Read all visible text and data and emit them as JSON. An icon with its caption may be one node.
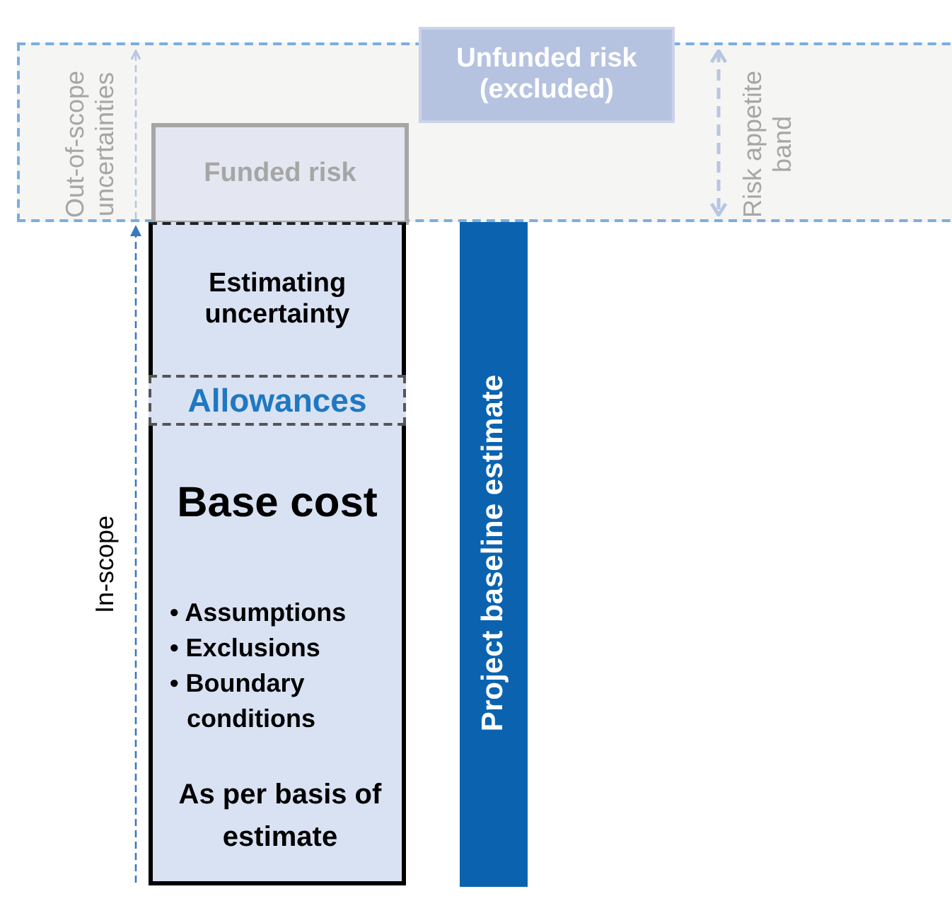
{
  "diagram": {
    "nodes": [
      {
        "text": [],
        "shape": "band"
      },
      {
        "text": [
          "Funded risk"
        ],
        "in": 0
      },
      {
        "text": [
          "Unfunded risk (excluded)"
        ],
        "in": 0
      },
      {
        "text": [
          "Estimating uncertainty"
        ]
      },
      {
        "text": [
          "Allowances"
        ]
      },
      {
        "text": [
          "Base cost",
          "• Assumptions",
          "• Exclusions",
          "• Boundary conditions",
          "As per basis of estimate"
        ]
      },
      {
        "text": [
          "Project baseline estimate"
        ]
      }
    ],
    "edges": [],
    "labels": [
      "Out-of-scope uncertainties",
      "Risk appetite band",
      "In-scope"
    ]
  }
}
